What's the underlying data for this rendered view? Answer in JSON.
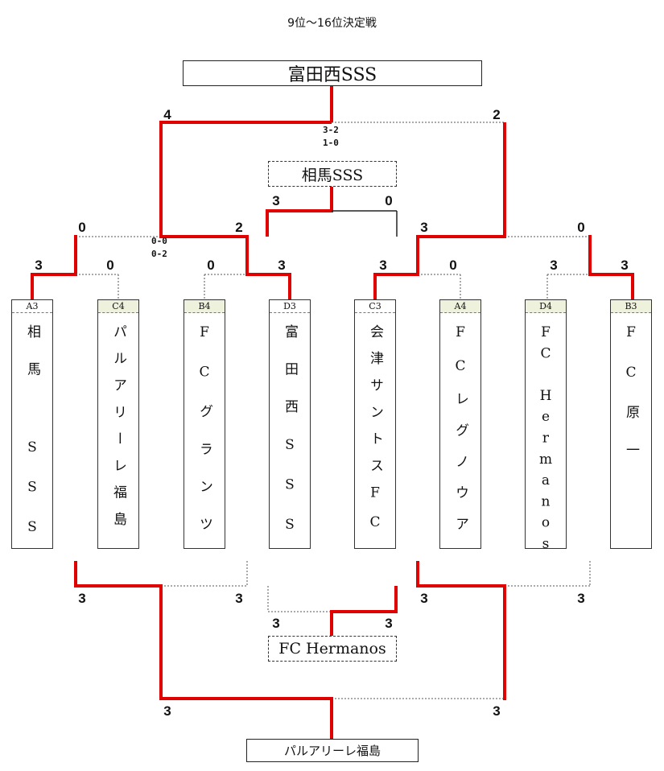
{
  "title": "9位〜16位決定戦",
  "winner_top": "富田西SSS",
  "third_top": "相馬SSS",
  "winner_bottom": "パルアリーレ福島",
  "third_bottom": "FC Hermanos",
  "teams": [
    {
      "seed": "A3",
      "name": "相馬 SSS",
      "shade": false
    },
    {
      "seed": "C4",
      "name": "パルアリーレ福島",
      "shade": true
    },
    {
      "seed": "B4",
      "name": "FCグランツ",
      "shade": true
    },
    {
      "seed": "D3",
      "name": "富田西SSS",
      "shade": false
    },
    {
      "seed": "C3",
      "name": "会津サントスFC",
      "shade": false
    },
    {
      "seed": "A4",
      "name": "FCレグノウア",
      "shade": true
    },
    {
      "seed": "D4",
      "name": "FC Hermanos",
      "shade": true
    },
    {
      "seed": "B3",
      "name": "FC原一",
      "shade": true
    }
  ],
  "scores_top": {
    "final_left": "4",
    "final_right": "2",
    "final_pk": [
      "3-2",
      "1-0"
    ],
    "third_left": "3",
    "third_right": "0",
    "semi_l_left": "0",
    "semi_l_right": "2",
    "semi_l_pk": [
      "0-0",
      "0-2"
    ],
    "semi_r_left": "3",
    "semi_r_right": "0",
    "qf": [
      "3",
      "0",
      "0",
      "3",
      "3",
      "0",
      "3",
      "3"
    ]
  },
  "scores_bottom": {
    "semi": [
      "3",
      "3",
      "3",
      "3"
    ],
    "third_left": "3",
    "third_right": "3",
    "final_left": "3",
    "final_right": "3"
  },
  "colors": {
    "win": "#e00000",
    "header_shade": "#eef2dc"
  }
}
